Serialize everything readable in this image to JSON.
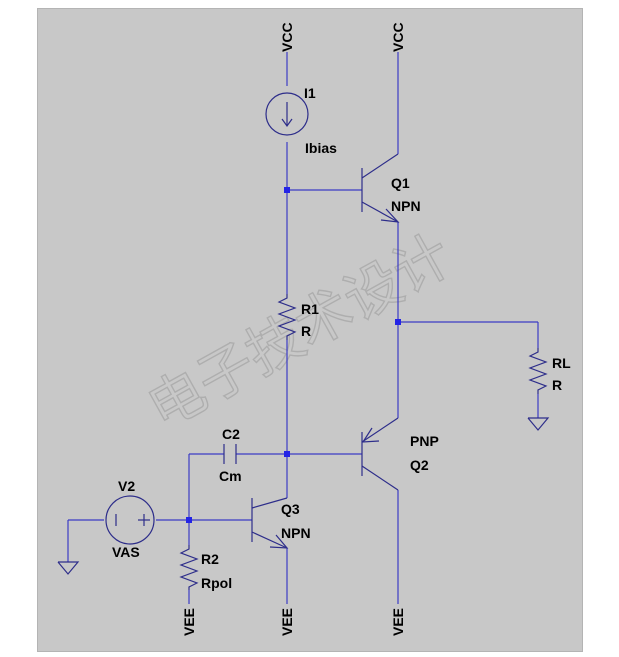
{
  "labels": {
    "vcc_left": "VCC",
    "vcc_right": "VCC",
    "i1_name": "I1",
    "i1_value": "Ibias",
    "q1_name": "Q1",
    "q1_type": "NPN",
    "r1_name": "R1",
    "r1_value": "R",
    "rl_name": "RL",
    "rl_value": "R",
    "c2_name": "C2",
    "c2_value": "Cm",
    "q2_type": "PNP",
    "q2_name": "Q2",
    "v2_name": "V2",
    "v2_value": "VAS",
    "q3_name": "Q3",
    "q3_type": "NPN",
    "r2_name": "R2",
    "r2_value": "Rpol",
    "vee_1": "VEE",
    "vee_2": "VEE",
    "vee_3": "VEE"
  },
  "watermark": "电子技术设计",
  "colors": {
    "background": "#c8c8c8",
    "wire": "#3c3cc4",
    "junction": "#2424e6",
    "text": "#000000"
  }
}
